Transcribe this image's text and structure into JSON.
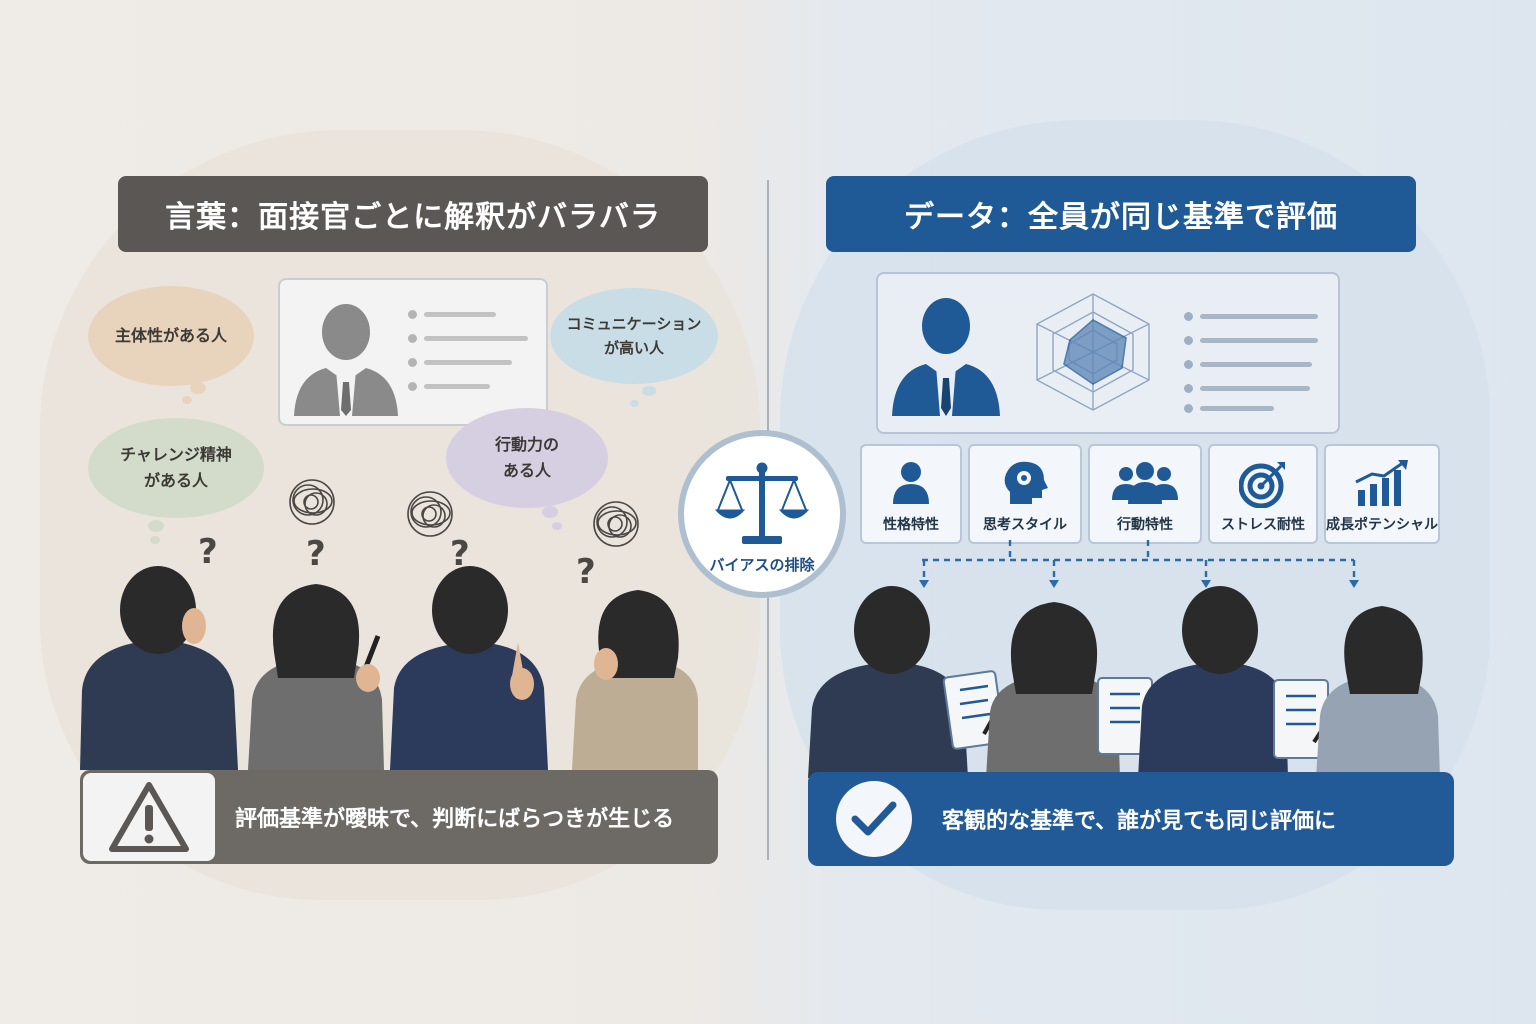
{
  "left": {
    "title": "言葉：面接官ごとに解釈がバラバラ",
    "bubbles": [
      {
        "text": "主体性がある人"
      },
      {
        "text": "コミュニケーション\nが高い人"
      },
      {
        "text": "チャレンジ精神\nがある人"
      },
      {
        "text": "行動力の\nある人"
      }
    ],
    "question_mark": "?",
    "banner": "評価基準が曖昧で、判断にばらつきが生じる",
    "bubble_colors": [
      "#e8d4bd",
      "#c9dde6",
      "#d3dccb",
      "#d6cfe2"
    ]
  },
  "center": {
    "label": "バイアスの排除",
    "icon": "scale-icon"
  },
  "right": {
    "title": "データ：全員が同じ基準で評価",
    "traits": [
      {
        "label": "性格特性",
        "icon": "person-icon"
      },
      {
        "label": "思考スタイル",
        "icon": "head-gear-icon"
      },
      {
        "label": "行動特性",
        "icon": "group-icon"
      },
      {
        "label": "ストレス耐性",
        "icon": "target-icon"
      },
      {
        "label": "成長ポテンシャル",
        "icon": "growth-chart-icon"
      }
    ],
    "banner": "客観的な基準で、誰が見ても同じ評価に"
  },
  "colors": {
    "left_accent": "#5a5754",
    "right_accent": "#1f5a96"
  }
}
